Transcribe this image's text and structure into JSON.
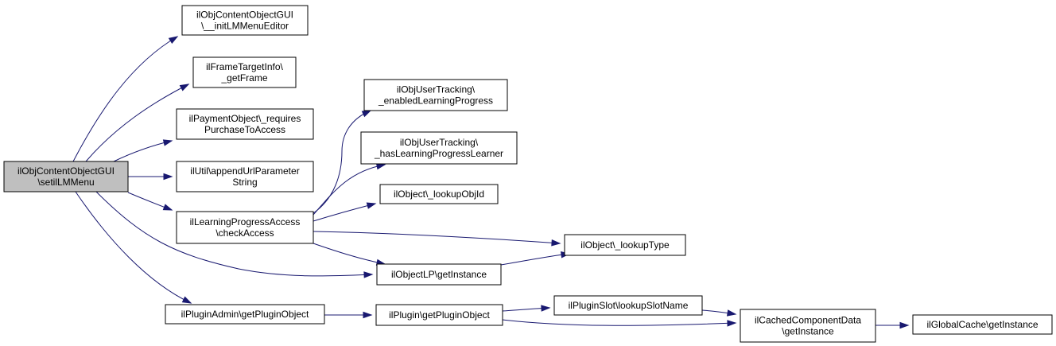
{
  "graph": {
    "nodes": [
      {
        "id": "root",
        "lines": [
          "ilObjContentObjectGUI",
          "\\setilLMMenu"
        ],
        "current": true
      },
      {
        "id": "initLMMenuEditor",
        "lines": [
          "ilObjContentObjectGUI",
          "\\__initLMMenuEditor"
        ]
      },
      {
        "id": "getFrame",
        "lines": [
          "ilFrameTargetInfo\\",
          "_getFrame"
        ]
      },
      {
        "id": "requiresPurchase",
        "lines": [
          "ilPaymentObject\\_requires",
          "PurchaseToAccess"
        ]
      },
      {
        "id": "appendUrlParameter",
        "lines": [
          "ilUtil\\appendUrlParameter",
          "String"
        ]
      },
      {
        "id": "checkAccess",
        "lines": [
          "ilLearningProgressAccess",
          "\\checkAccess"
        ]
      },
      {
        "id": "getPluginObjectAdmin",
        "lines": [
          "ilPluginAdmin\\getPluginObject"
        ]
      },
      {
        "id": "enabledLP",
        "lines": [
          "ilObjUserTracking\\",
          "_enabledLearningProgress"
        ]
      },
      {
        "id": "hasLPLearner",
        "lines": [
          "ilObjUserTracking\\",
          "_hasLearningProgressLearner"
        ]
      },
      {
        "id": "lookupObjId",
        "lines": [
          "ilObject\\_lookupObjId"
        ]
      },
      {
        "id": "objectLPInstance",
        "lines": [
          "ilObjectLP\\getInstance"
        ]
      },
      {
        "id": "pluginGetPluginObject",
        "lines": [
          "ilPlugin\\getPluginObject"
        ]
      },
      {
        "id": "lookupType",
        "lines": [
          "ilObject\\_lookupType"
        ]
      },
      {
        "id": "lookupSlotName",
        "lines": [
          "ilPluginSlot\\lookupSlotName"
        ]
      },
      {
        "id": "cachedComponentData",
        "lines": [
          "ilCachedComponentData",
          "\\getInstance"
        ]
      },
      {
        "id": "globalCache",
        "lines": [
          "ilGlobalCache\\getInstance"
        ]
      }
    ],
    "edges": [
      {
        "from": "root",
        "to": "initLMMenuEditor"
      },
      {
        "from": "root",
        "to": "getFrame"
      },
      {
        "from": "root",
        "to": "requiresPurchase"
      },
      {
        "from": "root",
        "to": "appendUrlParameter"
      },
      {
        "from": "root",
        "to": "checkAccess"
      },
      {
        "from": "root",
        "to": "objectLPInstance"
      },
      {
        "from": "root",
        "to": "getPluginObjectAdmin"
      },
      {
        "from": "checkAccess",
        "to": "enabledLP"
      },
      {
        "from": "checkAccess",
        "to": "hasLPLearner"
      },
      {
        "from": "checkAccess",
        "to": "lookupObjId"
      },
      {
        "from": "checkAccess",
        "to": "lookupType"
      },
      {
        "from": "checkAccess",
        "to": "objectLPInstance"
      },
      {
        "from": "objectLPInstance",
        "to": "lookupType"
      },
      {
        "from": "getPluginObjectAdmin",
        "to": "pluginGetPluginObject"
      },
      {
        "from": "pluginGetPluginObject",
        "to": "lookupSlotName"
      },
      {
        "from": "pluginGetPluginObject",
        "to": "cachedComponentData"
      },
      {
        "from": "lookupSlotName",
        "to": "cachedComponentData"
      },
      {
        "from": "cachedComponentData",
        "to": "globalCache"
      }
    ],
    "colors": {
      "edge": "#191970",
      "node_border": "#000000",
      "node_fill": "#ffffff",
      "current_node_fill": "#bfbfbf"
    }
  }
}
